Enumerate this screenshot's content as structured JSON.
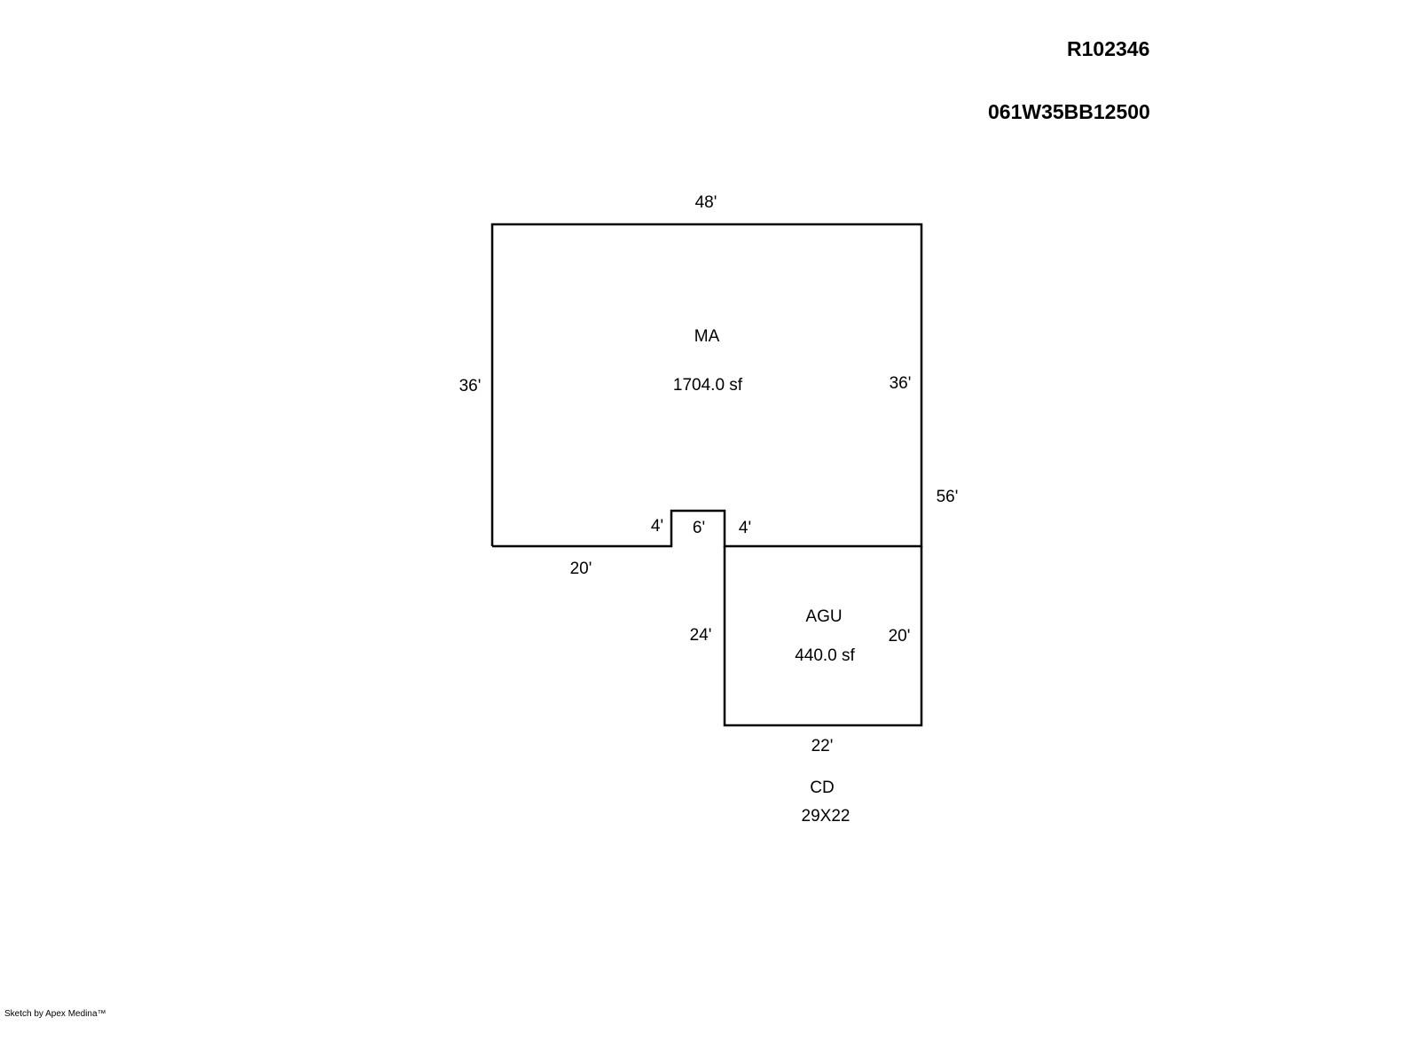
{
  "header": {
    "parcel_id": "R102346",
    "map_number": "061W35BB12500"
  },
  "areas": {
    "ma": {
      "code": "MA",
      "area": "1704.0 sf"
    },
    "agu": {
      "code": "AGU",
      "area": "440.0 sf"
    },
    "cd": {
      "code": "CD",
      "size": "29X22"
    }
  },
  "dimensions": {
    "ma_top": "48'",
    "ma_left": "36'",
    "ma_right_inner": "36'",
    "right_total": "56'",
    "ma_bottom_left": "20'",
    "notch_left": "4'",
    "notch_top": "6'",
    "notch_right": "4'",
    "agu_left": "24'",
    "agu_right": "20'",
    "agu_bottom": "22'"
  },
  "footer": {
    "credit": "Sketch by Apex Medina™"
  },
  "colors": {
    "line": "#000000",
    "background": "#ffffff"
  }
}
